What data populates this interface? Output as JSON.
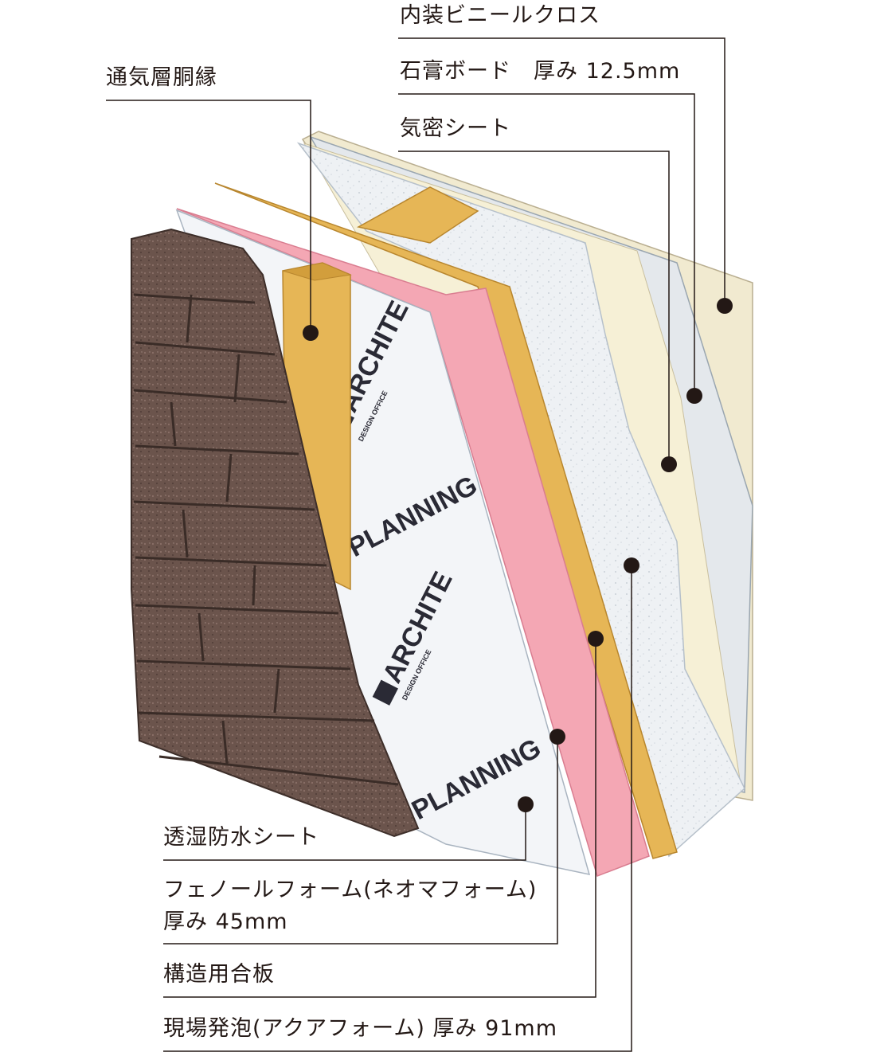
{
  "labels": {
    "vinyl_cloth": "内装ビニールクロス",
    "gypsum_board": "石膏ボード　厚み 12.5mm",
    "airtight_sheet": "気密シート",
    "furring_strip": "通気層胴縁",
    "moisture_sheet": "透湿防水シート",
    "phenol_foam_line1": "フェノールフォーム(ネオマフォーム)",
    "phenol_foam_line2": "厚み 45mm",
    "structural_plywood": "構造用合板",
    "spray_foam": "現場発泡(アクアフォーム)  厚み 91mm"
  },
  "sheet_print": {
    "word1": "ARCHITE",
    "word2": "PLANNING",
    "sub": "DESIGN OFFICE"
  },
  "colors": {
    "ink": "#231815",
    "brick": "#6b544c",
    "pink_foam": "#f4a7b4",
    "wood": "#e6b656",
    "white_foam": "#eef1f4",
    "cream": "#f1ead0",
    "gypsum": "#e9ecef"
  }
}
